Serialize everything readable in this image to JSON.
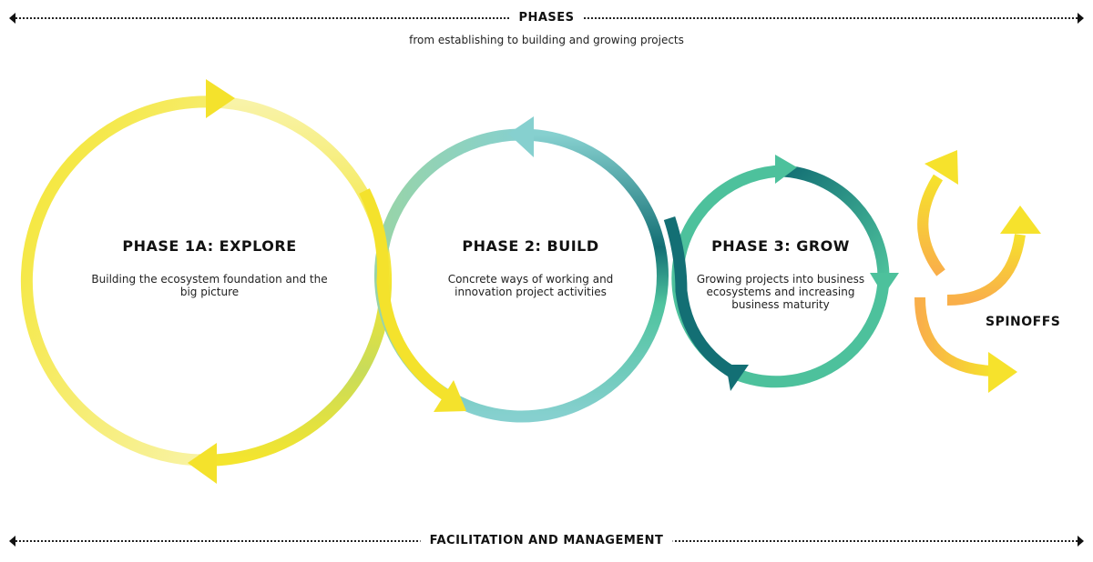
{
  "header": {
    "label": "PHASES",
    "subtitle": "from establishing to building and growing projects"
  },
  "footer": {
    "label": "FACILITATION AND MANAGEMENT"
  },
  "phases": [
    {
      "title": "PHASE 1A: EXPLORE",
      "description": "Building the ecosystem foundation and the big picture",
      "colors": [
        "#f4e52e",
        "#f8f3a8",
        "#c8dc5a"
      ]
    },
    {
      "title": "PHASE 2: BUILD",
      "description": "Concrete ways of working and innovation project activities",
      "colors": [
        "#86d0cf",
        "#136f74",
        "#4fc39e"
      ]
    },
    {
      "title": "PHASE 3: GROW",
      "description": "Growing projects into business ecosystems and increasing business maturity",
      "colors": [
        "#4dc19c",
        "#136f74"
      ]
    }
  ],
  "spinoffs": {
    "label": "SPINOFFS",
    "colors": [
      "#f6e22c",
      "#f9af4a"
    ]
  }
}
